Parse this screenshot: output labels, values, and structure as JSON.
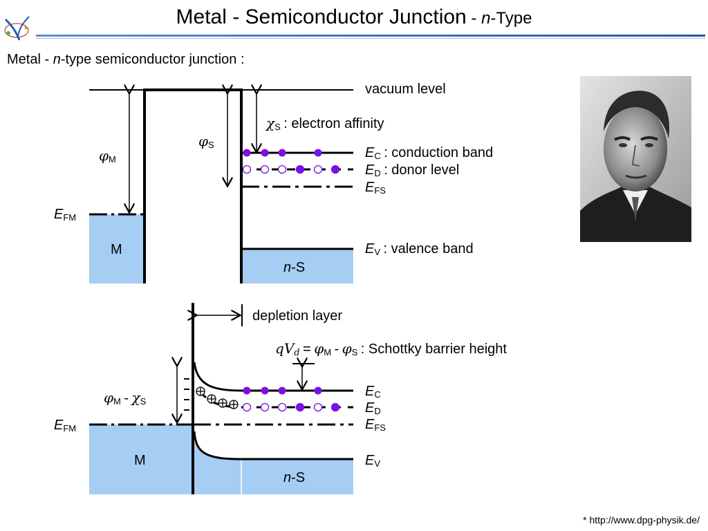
{
  "header": {
    "title_main": "Metal - Semiconductor Junction",
    "title_dash": " - ",
    "title_italic": "n",
    "title_suffix": "-Type"
  },
  "subtitle": {
    "prefix": "Metal - ",
    "italic": "n",
    "suffix": "-type semiconductor junction :"
  },
  "top_diagram": {
    "vacuum_level": "vacuum level",
    "chi_s_desc": ": electron affinity",
    "ec_desc": ": conduction band",
    "ed_desc": ": donor level",
    "ev_desc": ": valence band",
    "metal_label": "M",
    "semi_label_italic": "n",
    "semi_label_suffix": "-S"
  },
  "bottom_diagram": {
    "depletion_layer": "depletion layer",
    "barrier_desc": ": Schottky barrier height",
    "metal_label": "M",
    "semi_label_italic": "n",
    "semi_label_suffix": "-S"
  },
  "symbols": {
    "phi": "φ",
    "chi": "χ",
    "E": "E",
    "q": "q",
    "V": "V",
    "sub_M": "M",
    "sub_S": "S",
    "sub_C": "C",
    "sub_D": "D",
    "sub_FS": "FS",
    "sub_FM": "FM",
    "sub_V": "V",
    "sub_d": "d",
    "equals": "=",
    "minus": "-"
  },
  "footnote": "* http://www.dpg-physik.de/",
  "colors": {
    "metal_fill": "#a6cdf3",
    "electron": "#7a10e8",
    "rule": "#2457a8"
  },
  "icons": {
    "logo": "university-logo-icon",
    "photo": "portrait-photo"
  }
}
